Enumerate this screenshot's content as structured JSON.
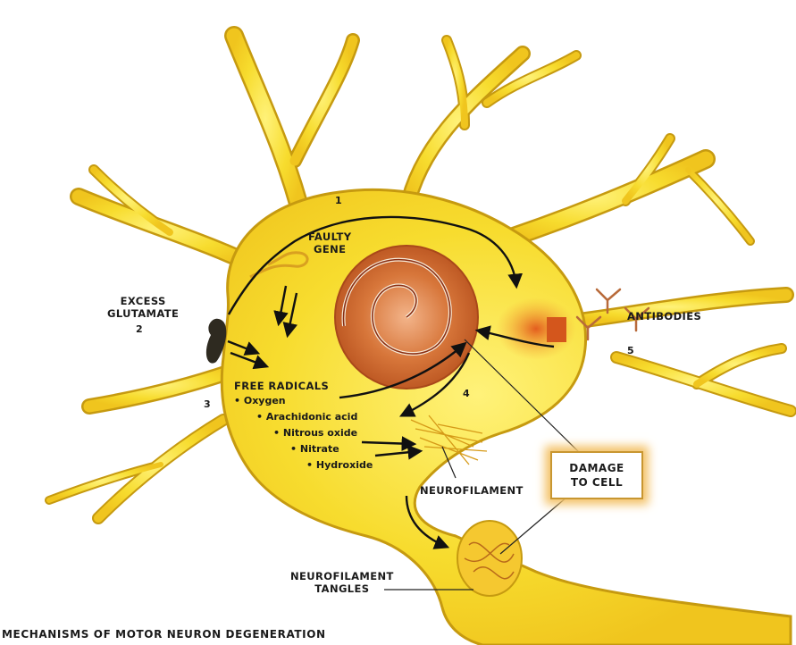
{
  "colors": {
    "neuron_fill": "#f7dc2e",
    "neuron_outline": "#c69a10",
    "nucleus": "#c8642a",
    "damage_glow": "#f4c36a"
  },
  "labels": {
    "step_1": "1",
    "faulty_gene": "FAULTY\nGENE",
    "excess_glutamate": "EXCESS\nGLUTAMATE",
    "step_2": "2",
    "step_3": "3",
    "free_radicals_title": "FREE RADICALS",
    "free_radicals_items": [
      "• Oxygen",
      "• Arachidonic acid",
      "• Nitrous oxide",
      "• Nitrate",
      "• Hydroxide"
    ],
    "step_4": "4",
    "antibodies": "ANTIBODIES",
    "step_5": "5",
    "neurofilament": "NEUROFILAMENT",
    "damage_line1": "DAMAGE",
    "damage_line2": "TO CELL",
    "neurofilament_tangles": "NEUROFILAMENT\nTANGLES",
    "caption": "MECHANISMS OF MOTOR NEURON DEGENERATION"
  }
}
